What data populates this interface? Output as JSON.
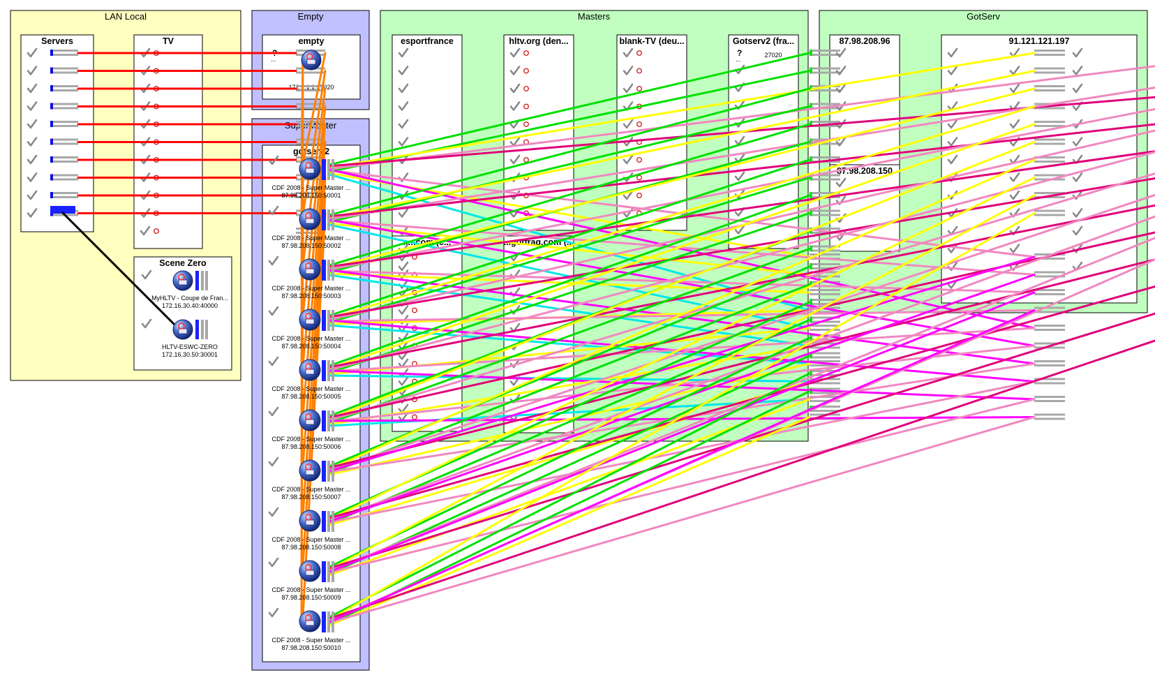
{
  "groups": {
    "lan_local": {
      "title": "LAN Local"
    },
    "empty": {
      "title": "Empty"
    },
    "supermaster": {
      "title": "SuperMaster"
    },
    "masters": {
      "title": "Masters"
    },
    "gotserv": {
      "title": "GotServ"
    }
  },
  "boxes": {
    "servers": {
      "title": "Servers"
    },
    "tv": {
      "title": "TV"
    },
    "scene_zero": {
      "title": "Scene Zero"
    },
    "empty_box": {
      "title": "empty",
      "unknown": "?",
      "address": "172.1.1.1:27020"
    },
    "gotserv2_super": {
      "title": "gotserv2"
    },
    "esportfrance": {
      "title": "esportfrance"
    },
    "hltv": {
      "title": "hltv.org (den..."
    },
    "blank_tv": {
      "title": "blank-TV (deu..."
    },
    "gotserv2_fra": {
      "title": "Gotserv2 (fra...",
      "unknown": "?",
      "port": "27020"
    },
    "mid_a": {
      "title": "...:.com (c..."
    },
    "mid_b": {
      "title": "...gotfrag.com (..."
    },
    "gs_ip1": {
      "title": "87.98.208.96"
    },
    "gs_ip2": {
      "title": "87.98.208.150"
    },
    "gs_ip3": {
      "title": "91.121.121.197"
    }
  },
  "scene_nodes": [
    {
      "name": "MyHLTV - Coupe de Fran...",
      "address": "172.16.30.40:40000"
    },
    {
      "name": "HLTV-ESWC-ZERO",
      "address": "172.16.30.50:30001"
    }
  ],
  "super_nodes": [
    {
      "name": "CDF 2008 - Super Master ...",
      "address": "87.98.208.150:50001"
    },
    {
      "name": "CDF 2008 - Super Master ...",
      "address": "87.98.208.150:50002"
    },
    {
      "name": "CDF 2008 - Super Master ...",
      "address": "87.98.208.150:50003"
    },
    {
      "name": "CDF 2008 - Super Master ...",
      "address": "87.98.208.150:50004"
    },
    {
      "name": "CDF 2008 - Super Master ...",
      "address": "87.98.208.150:50005"
    },
    {
      "name": "CDF 2008 - Super Master ...",
      "address": "87.98.208.150:50006"
    },
    {
      "name": "CDF 2008 - Super Master ...",
      "address": "87.98.208.150:50007"
    },
    {
      "name": "CDF 2008 - Super Master ...",
      "address": "87.98.208.150:50008"
    },
    {
      "name": "CDF 2008 - Super Master ...",
      "address": "87.98.208.150:50009"
    },
    {
      "name": "CDF 2008 - Super Master ...",
      "address": "87.98.208.150:50010"
    }
  ],
  "colors": {
    "lan_bg": "#ffffc0",
    "empty_bg": "#c0c0ff",
    "super_bg": "#c0c0ff",
    "masters_bg": "#c0ffc0",
    "gotserv_bg": "#c0ffc0",
    "lan_links": "#ff0000",
    "orange_links": "#ff8000",
    "green_links": "#00e000",
    "yellow_links": "#ffff00",
    "cyan_links": "#00e8e8",
    "pink_links": "#f088c0",
    "magenta_links": "#ff00ff",
    "crimson_links": "#e0007a",
    "purple_links": "#800080",
    "violet_links": "#8000ff",
    "black_link": "#000000"
  },
  "icons": {
    "status": "check-icon",
    "offline": "red-circle-icon",
    "server": "hltv-server-icon"
  }
}
